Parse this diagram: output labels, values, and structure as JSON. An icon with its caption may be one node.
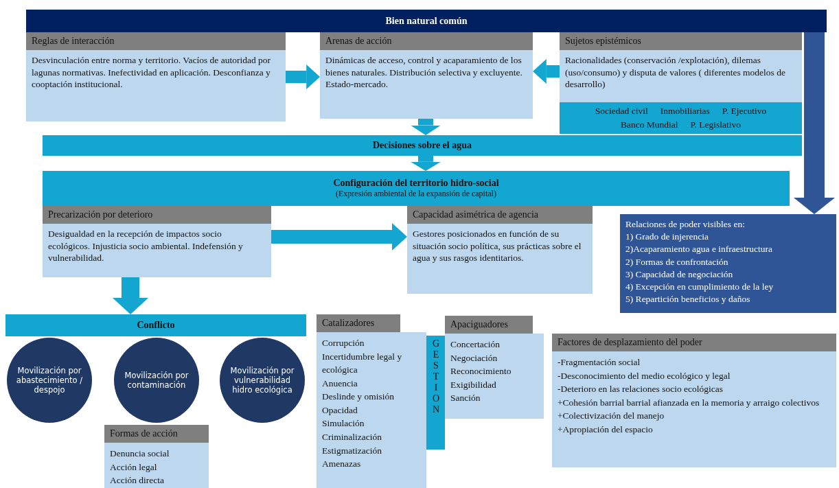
{
  "diagram": {
    "nodes": [
      {
        "text": [
          "Bien natural común"
        ]
      },
      {
        "text": [
          "Reglas de interacción",
          "Desvinculación entre norma y territorio. Vacíos de autoridad por lagunas normativas. Inefectividad en aplicación. Desconfianza y cooptación institucional."
        ]
      },
      {
        "text": [
          "Arenas de acción",
          "Dinámicas de acceso, control y acaparamiento de los bienes naturales. Distribución selectiva y excluyente. Estado-mercado."
        ]
      },
      {
        "text": [
          "Sujetos epistémicos",
          "Racionalidades (conservación /explotación), dilemas (uso/consumo) y disputa de valores ( diferentes modelos de desarrollo)"
        ]
      },
      {
        "text": [
          "Sociedad civil",
          "Inmobiliarias",
          "P. Ejecutivo",
          "Banco Mundial",
          "P. Legislativo"
        ]
      },
      {
        "text": [
          "Decisiones sobre el agua"
        ]
      },
      {
        "text": [
          "Configuración del territorio hidro-social",
          "(Expresión ambiental de la expansión de capital)"
        ]
      },
      {
        "text": [
          "Precarización por deterioro",
          "Desigualdad en la recepción de impactos socio ecológicos. Injusticia socio ambiental. Indefensión y vulnerabilidad."
        ]
      },
      {
        "text": [
          "Capacidad asimétrica de agencia",
          "Gestores posicionados en función de su situación socio política, sus prácticas sobre el agua y sus rasgos identitarios."
        ]
      },
      {
        "text": [
          "Relaciones de poder visibles en:",
          "1) Grado de injerencia",
          "2)Acaparamiento agua e infraestructura",
          "2) Formas de confrontación",
          "3) Capacidad de negociación",
          "4) Excepción en cumplimiento de la ley",
          "5) Repartición beneficios y daños"
        ]
      },
      {
        "text": [
          "Conflicto"
        ]
      },
      {
        "text": [
          "Movilización por abastecimiento / despojo"
        ]
      },
      {
        "text": [
          "Movilización por contaminación"
        ]
      },
      {
        "text": [
          "Movilización por vulnerabilidad hidro ecológica"
        ]
      },
      {
        "text": [
          "Formas de acción",
          "Denuncia social",
          "Acción legal",
          "Acción directa"
        ]
      },
      {
        "text": [
          "Catalizadores",
          "Corrupción",
          "Incertidumbre legal y ecológica",
          "Anuencia",
          "Deslinde y omisión",
          "Opacidad",
          "Simulación",
          "Criminalización",
          "Estigmatización",
          "Amenazas"
        ]
      },
      {
        "text": [
          "GESTION"
        ]
      },
      {
        "text": [
          "Apaciguadores",
          "Concertación",
          "Negociación",
          "Reconocimiento",
          "Exigibilidad",
          "Sanción"
        ]
      },
      {
        "text": [
          "Factores de desplazamiento del poder",
          "-Fragmentación social",
          "-Desconocimiento del medio ecológico y legal",
          "-Deterioro en las relaciones socio ecológicas",
          "+Cohesión barrial barrial afianzada en la memoria y arraigo colectivos",
          "+Colectivización del manejo",
          "+Apropiación del espacio"
        ]
      }
    ],
    "edges": [
      {
        "from": 1,
        "to": 2,
        "arrow": "to"
      },
      {
        "from": 3,
        "to": 2,
        "arrow": "to"
      },
      {
        "from": 2,
        "to": 5,
        "arrow": "to"
      },
      {
        "from": 5,
        "to": 6,
        "arrow": "to"
      },
      {
        "from": 0,
        "to": 9,
        "arrow": "to",
        "color": "#2f5597"
      },
      {
        "from": 7,
        "to": 8,
        "arrow": "to"
      },
      {
        "from": 7,
        "to": 10,
        "arrow": "to"
      }
    ]
  }
}
